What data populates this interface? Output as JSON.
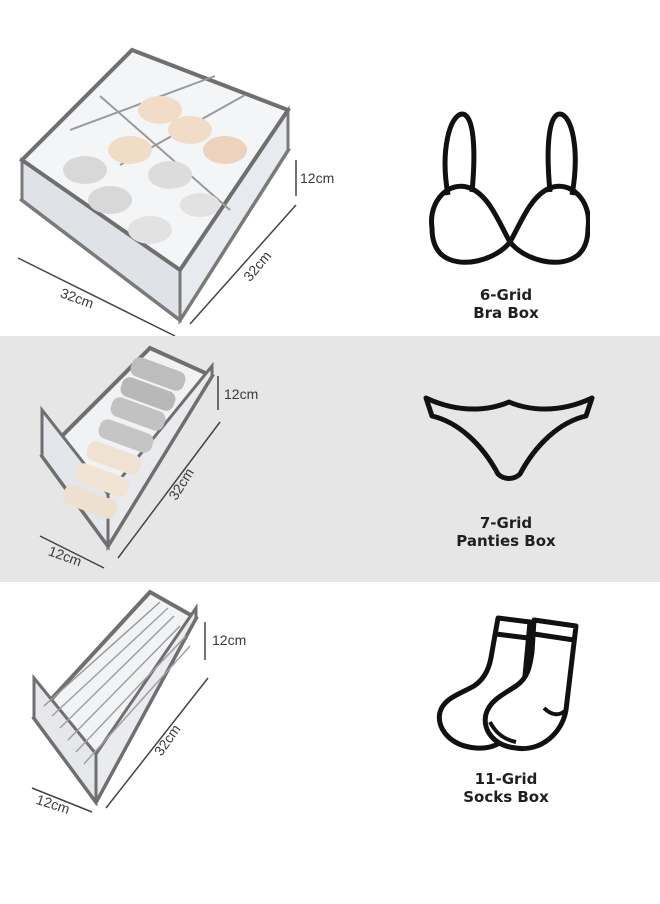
{
  "products": [
    {
      "title_line1": "6-Grid",
      "title_line2": "Bra Box",
      "icon": "bra-icon",
      "dimensions": {
        "height": "12cm",
        "width": "32cm",
        "depth": "32cm"
      }
    },
    {
      "title_line1": "7-Grid",
      "title_line2": "Panties Box",
      "icon": "panties-icon",
      "dimensions": {
        "height": "12cm",
        "width": "12cm",
        "depth": "32cm"
      }
    },
    {
      "title_line1": "11-Grid",
      "title_line2": "Socks Box",
      "icon": "socks-icon",
      "dimensions": {
        "height": "12cm",
        "width": "12cm",
        "depth": "32cm"
      }
    }
  ],
  "colors": {
    "band_highlight": "#e6e6e6",
    "frame": "#6f6f6f",
    "icon_stroke": "#111111"
  }
}
